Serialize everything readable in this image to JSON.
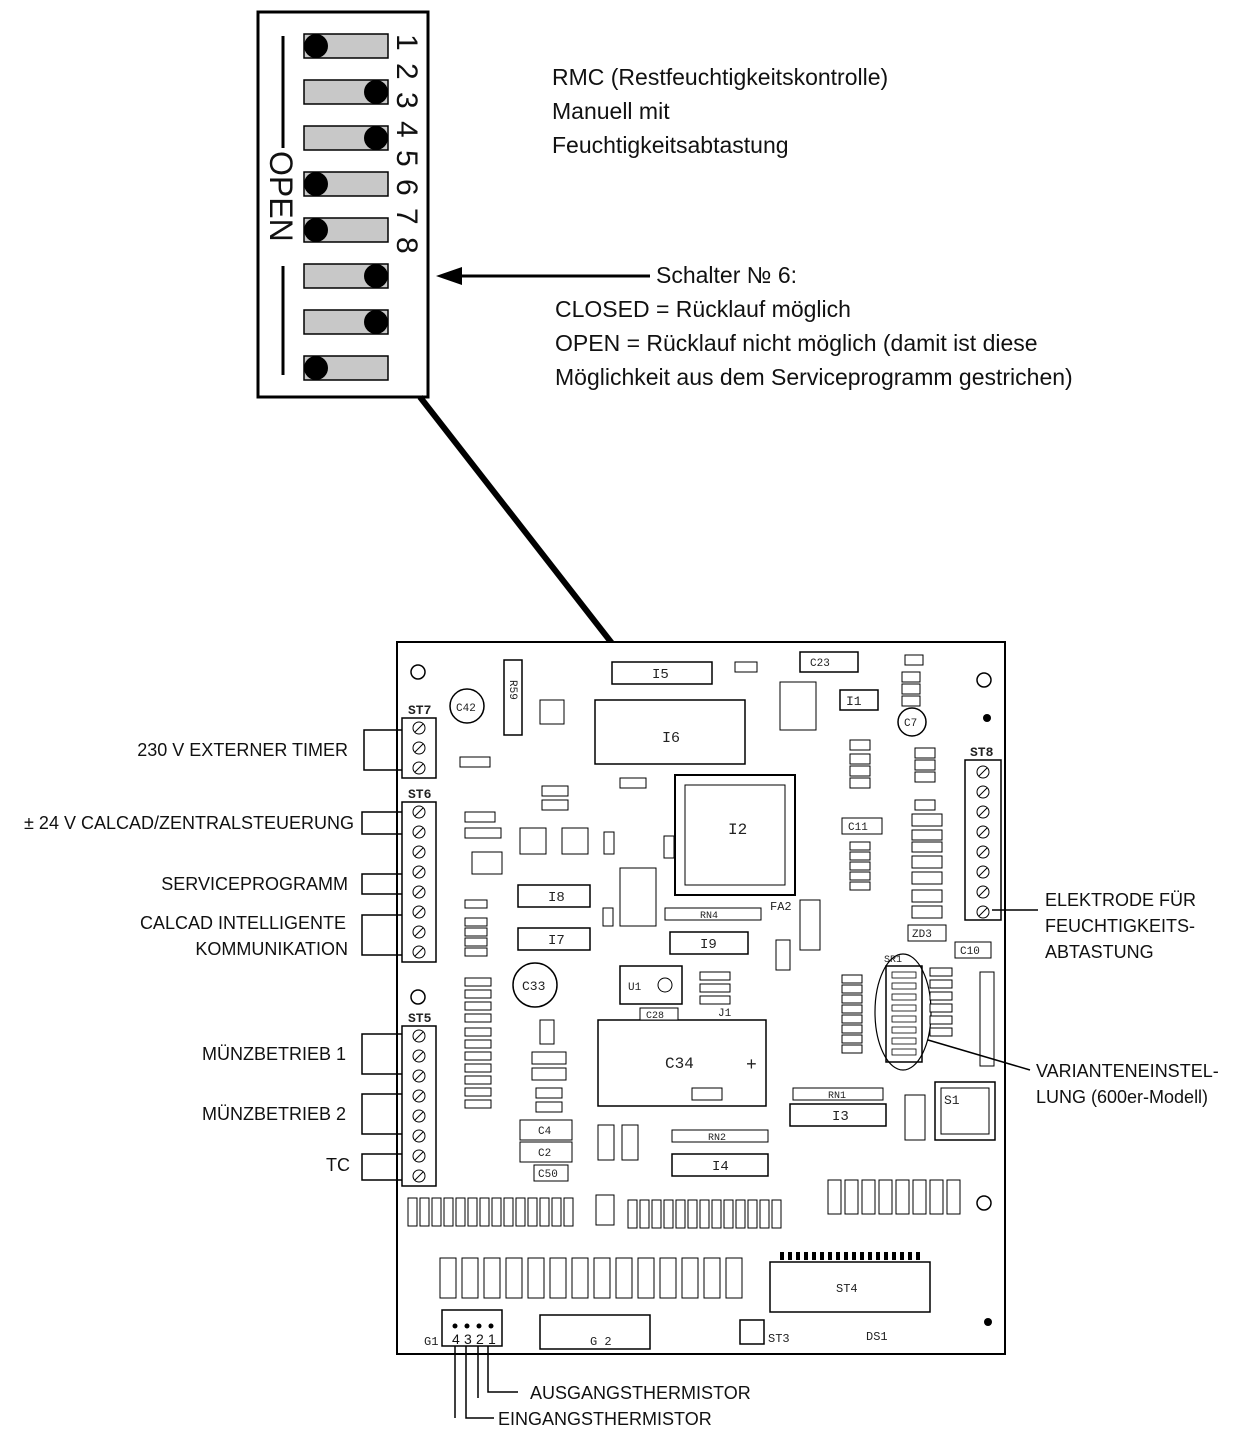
{
  "dip_switch": {
    "numbers": [
      "1",
      "2",
      "3",
      "4",
      "5",
      "6",
      "7",
      "8"
    ],
    "open_label": "OPEN",
    "positions": [
      "left",
      "right",
      "right",
      "left",
      "left",
      "right",
      "right",
      "left"
    ]
  },
  "rmc_note": {
    "line1": "RMC (Restfeuchtigkeitskontrolle)",
    "line2": "Manuell mit",
    "line3": "Feuchtigkeitsabtastung"
  },
  "switch6_note": {
    "line1": "Schalter № 6:",
    "line2": "CLOSED = Rücklauf möglich",
    "line3": "OPEN = Rücklauf nicht möglich (damit ist diese",
    "line4": "Möglichkeit aus dem Serviceprogramm gestrichen)"
  },
  "left_labels": {
    "timer": "230 V EXTERNER TIMER",
    "calcad_central": "± 24 V CALCAD/ZENTRALSTEUERUNG",
    "service": "SERVICEPROGRAMM",
    "calcad_intel_1": "CALCAD INTELLIGENTE",
    "calcad_intel_2": "KOMMUNIKATION",
    "coin1": "MÜNZBETRIEB 1",
    "coin2": "MÜNZBETRIEB 2",
    "tc": "TC"
  },
  "right_labels": {
    "electrode_1": "ELEKTRODE FÜR",
    "electrode_2": "FEUCHTIGKEITS-",
    "electrode_3": "ABTASTUNG",
    "variant_1": "VARIANTENEINSTEL-",
    "variant_2": "LUNG (600er-Modell)"
  },
  "bottom_labels": {
    "out_thermistor": "AUSGANGSTHERMISTOR",
    "in_thermistor": "EINGANGSTHERMISTOR"
  },
  "connectors": {
    "st7": "ST7",
    "st6": "ST6",
    "st5": "ST5",
    "st8": "ST8",
    "g1": "G1",
    "g2": "G 2",
    "st3": "ST3",
    "st4": "ST4",
    "ds1": "DS1",
    "g1_pins": [
      "4",
      "3",
      "2",
      "1"
    ]
  },
  "components": {
    "i5": "I5",
    "i6": "I6",
    "i2": "I2",
    "i8": "I8",
    "i7": "I7",
    "i9": "I9",
    "i3": "I3",
    "i4": "I4",
    "i1": "I1",
    "c34": "C34",
    "c33": "C33",
    "c42": "C42",
    "c23": "C23",
    "c7": "C7",
    "u1": "U1",
    "s1": "S1",
    "rn1": "RN1",
    "rn2": "RN2",
    "rn4": "RN4",
    "r59": "R59",
    "fa2": "FA2",
    "zd3": "ZD3",
    "c11": "C11",
    "c10": "C10",
    "c28": "C28",
    "c50": "C50",
    "c4": "C4",
    "c2": "C2",
    "sr1": "SR1",
    "j1": "J1"
  }
}
